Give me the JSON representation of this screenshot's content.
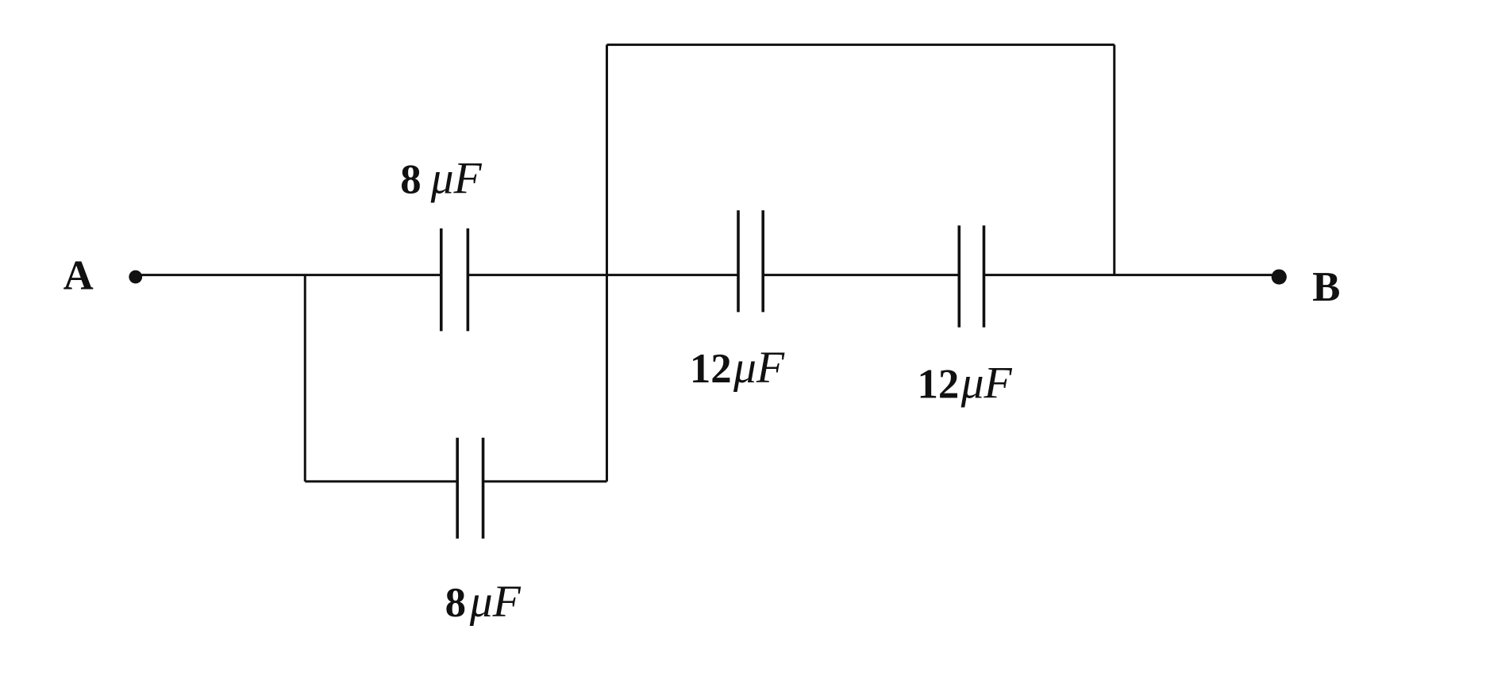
{
  "terminals": {
    "a": "A",
    "b": "B"
  },
  "capacitors": [
    {
      "id": "c1",
      "value": "8",
      "unit": "μF"
    },
    {
      "id": "c2",
      "value": "8",
      "unit": "μF"
    },
    {
      "id": "c3",
      "value": "12",
      "unit": "μF"
    },
    {
      "id": "c4",
      "value": "12",
      "unit": "μF"
    }
  ],
  "colors": {
    "ink": "#111111",
    "background": "#ffffff"
  }
}
